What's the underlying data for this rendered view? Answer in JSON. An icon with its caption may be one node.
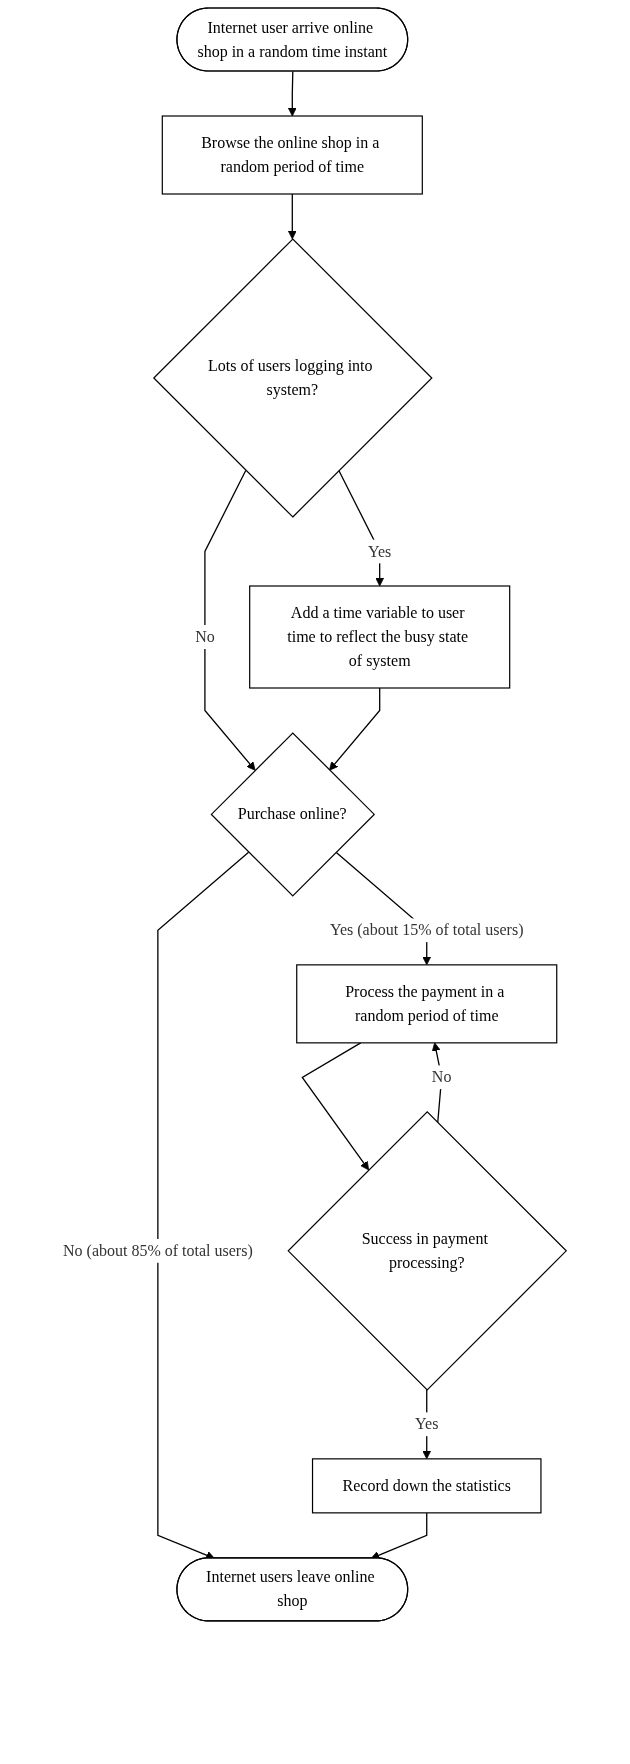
{
  "diagram": {
    "nodes": [
      {
        "text": [
          "Internet user arrive online shop in a random time instant"
        ]
      },
      {
        "text": [
          "Browse the online shop in a random period of time"
        ]
      },
      {
        "text": [
          "Lots of users logging into system?"
        ]
      },
      {
        "text": [
          "Add a time variable to user time to reflect the busy state of system"
        ]
      },
      {
        "text": [
          "Purchase online?"
        ]
      },
      {
        "text": [
          "Process the payment in a random period of time"
        ]
      },
      {
        "text": [
          "Success in payment processing?"
        ]
      },
      {
        "text": [
          "Record down the statistics"
        ]
      },
      {
        "text": [
          "Internet users leave online shop"
        ]
      }
    ],
    "edges": [
      {
        "from": 0,
        "to": 1,
        "arrow": "to"
      },
      {
        "from": 1,
        "to": 2,
        "arrow": "to"
      },
      {
        "from": 2,
        "to": 3,
        "label": "Yes",
        "arrow": "to"
      },
      {
        "from": 2,
        "to": 4,
        "label": "No",
        "arrow": "to"
      },
      {
        "from": 3,
        "to": 4,
        "arrow": "to"
      },
      {
        "from": 4,
        "to": 5,
        "label": "Yes (about 15% of total users)",
        "arrow": "to"
      },
      {
        "from": 4,
        "to": 8,
        "label": "No (about 85% of total users)",
        "arrow": "to"
      },
      {
        "from": 5,
        "to": 6,
        "arrow": "to"
      },
      {
        "from": 6,
        "to": 5,
        "label": "No",
        "arrow": "to"
      },
      {
        "from": 6,
        "to": 7,
        "label": "Yes",
        "arrow": "to"
      },
      {
        "from": 7,
        "to": 8,
        "arrow": "to"
      }
    ]
  }
}
